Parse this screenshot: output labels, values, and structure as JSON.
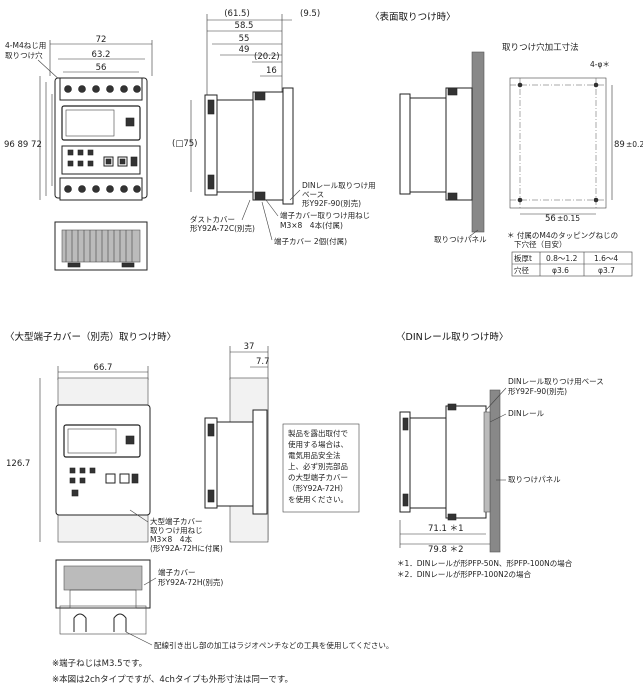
{
  "sections": {
    "surface_title": "〈表面取りつけ時〉",
    "large_cover_title": "〈大型端子カバー（別売）取りつけ時〉",
    "din_title": "〈DINレール取りつけ時〉"
  },
  "front": {
    "d72": "72",
    "d632": "63.2",
    "d56": "56",
    "hole_label": [
      "4-M4ねじ用",
      "取りつけ穴"
    ],
    "heights": "96 89 72"
  },
  "side": {
    "d615": "(61.5)",
    "d95": "(9.5)",
    "d585": "58.5",
    "d55": "55",
    "d49": "49",
    "d202": "(20.2)",
    "d16": "16",
    "d75": "(□75)",
    "din_base_label": [
      "DINレール取りつけ用",
      "ベース",
      "形Y92F-90(別売)"
    ],
    "dust_cover_label": [
      "ダストカバー",
      "形Y92A-72C(別売)"
    ],
    "screw_label": [
      "端子カバー取りつけ用ねじ",
      "M3×8　4本(付属)"
    ],
    "term_cover_label": "端子カバー 2個(付属)"
  },
  "surface": {
    "panel_cutout_title": "取りつけ穴加工寸法",
    "hole_dia": "4-φ＊",
    "d89": "89",
    "d89_tol": "±0.2",
    "d56": "56",
    "d56_tol": "±0.15",
    "panel_label": "取りつけパネル",
    "note": [
      "＊ 付属のM4のタッピングねじの",
      "下穴径（目安）"
    ],
    "table": {
      "header": [
        "板厚t",
        "0.8～1.2",
        "1.6～4"
      ],
      "row": [
        "穴径",
        "φ3.6",
        "φ3.7"
      ]
    }
  },
  "large": {
    "d667": "66.7",
    "d1267": "126.7",
    "d37": "37",
    "d77": "7.7",
    "warning": [
      "製品を露出取付で",
      "使用する場合は、",
      "電気用品安全法",
      "上、必ず別売部品",
      "の大型端子カバー",
      "（形Y92A-72H）",
      "を使用ください。"
    ],
    "screw_label": [
      "大型端子カバー",
      "取りつけ用ねじ",
      "M3×8　4本",
      "(形Y92A-72Hに付属)"
    ],
    "cover_label": [
      "端子カバー",
      "形Y92A-72H(別売)"
    ],
    "tool_note": "配線引き出し部の加工はラジオペンチなどの工具を使用してください。"
  },
  "din": {
    "base_label": [
      "DINレール取りつけ用ベース",
      "形Y92F-90(別売)"
    ],
    "rail_label": "DINレール",
    "panel_label": "取りつけパネル",
    "d711": "71.1 ＊1",
    "d798": "79.8 ＊2",
    "note1": "＊1．DINレールが形PFP-50N、形PFP-100Nの場合",
    "note2": "＊2．DINレールが形PFP-100N2の場合"
  },
  "footnotes": {
    "n1": "※端子ねじはM3.5です。",
    "n2": "※本図は2chタイプですが、4chタイプも外形寸法は同一です。"
  }
}
